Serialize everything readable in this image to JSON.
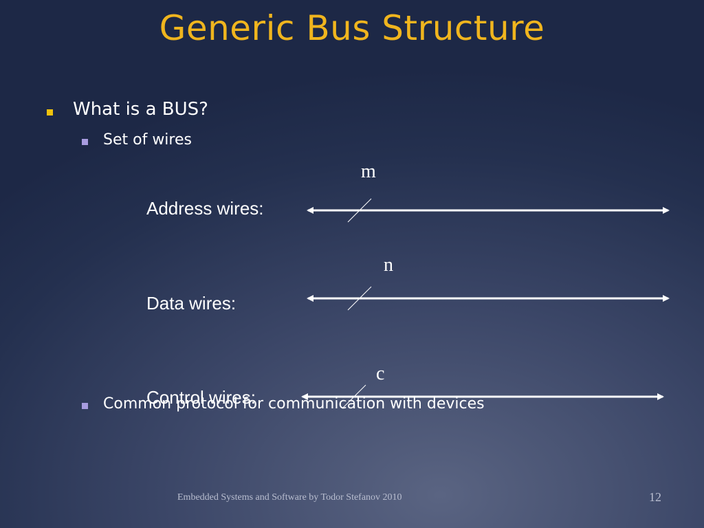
{
  "slide": {
    "title": "Generic Bus Structure",
    "bullets": [
      {
        "level": 1,
        "text": "What is a BUS?"
      },
      {
        "level": 2,
        "text": "Set of wires"
      },
      {
        "level": 2,
        "text": "Common protocol for communication with devices"
      }
    ],
    "footer": "Embedded Systems and Software by Todor Stefanov 2010",
    "page_number": "12"
  },
  "diagram": {
    "wires": [
      {
        "label": "Address wires:",
        "width_label": "m"
      },
      {
        "label": "Data wires:",
        "width_label": "n"
      },
      {
        "label": "Control wires:",
        "width_label": "c"
      }
    ]
  },
  "colors": {
    "title": "#f0b51e",
    "bullet_level1": "#f0c20d",
    "bullet_level2": "#a89ce0",
    "text": "#ffffff",
    "footer": "#b9bed0"
  }
}
